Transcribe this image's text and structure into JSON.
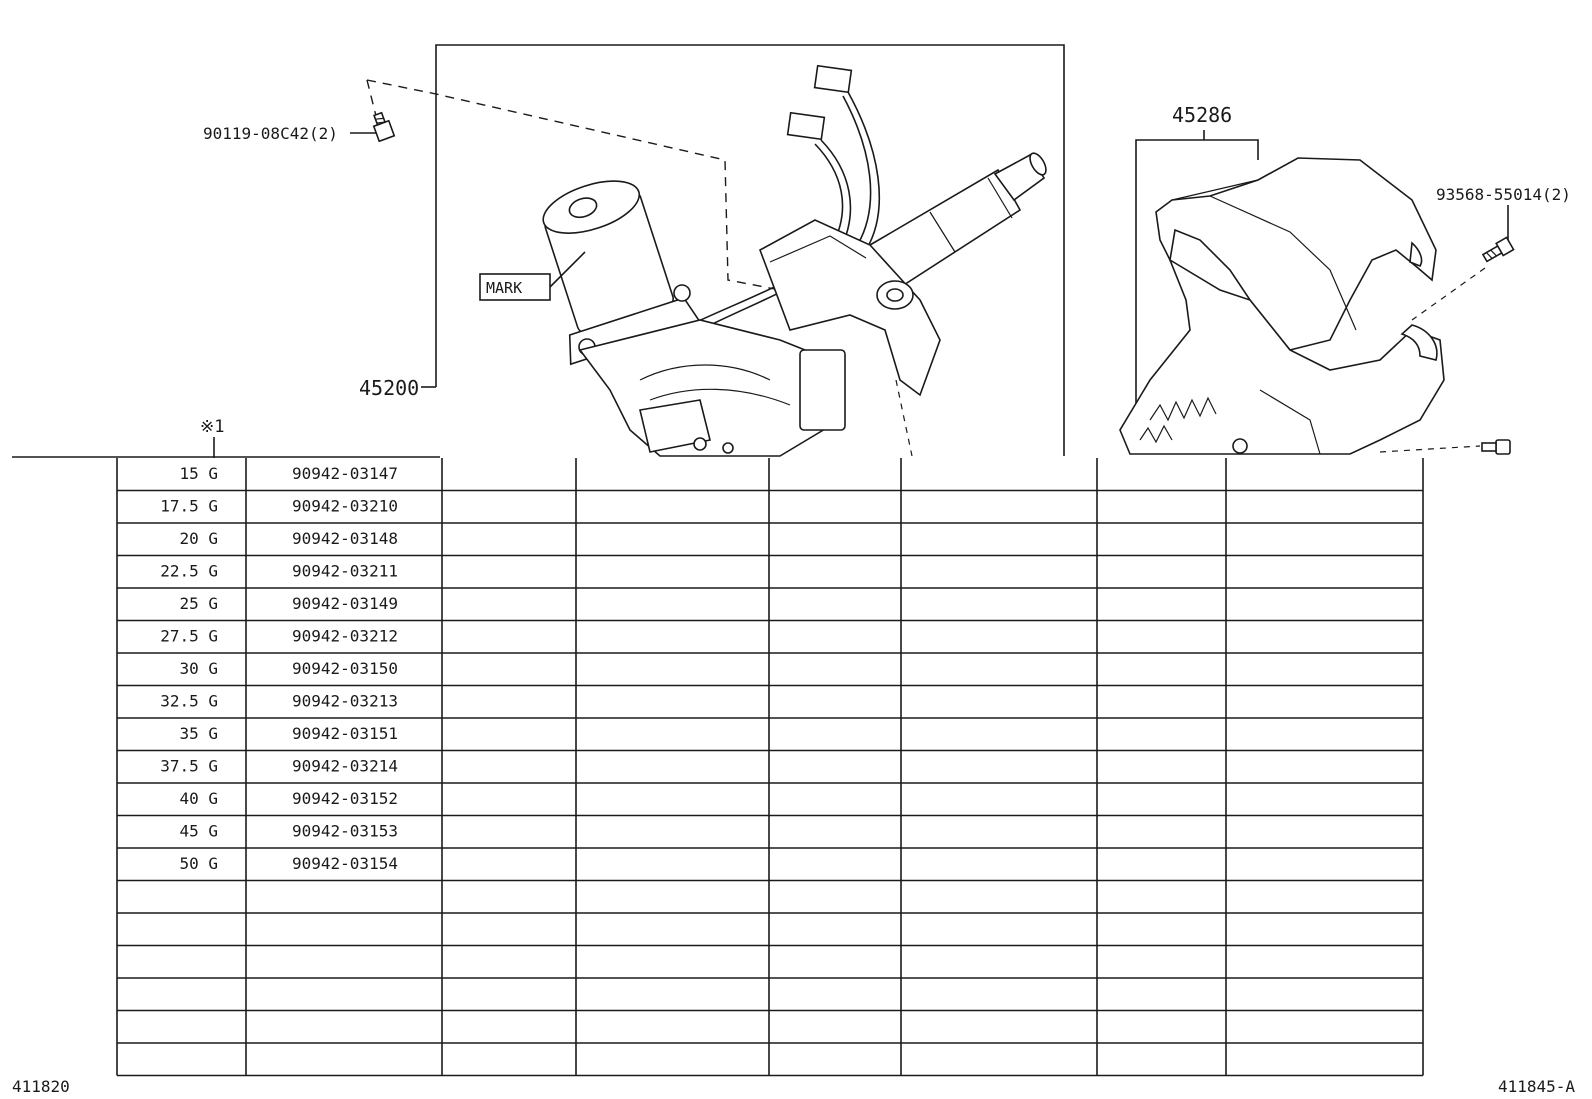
{
  "callouts": {
    "bolt_left": "90119-08C42(2)",
    "bolt_right": "93568-55014(2)",
    "column_assy": "45200",
    "cover": "45286",
    "mark": "MARK",
    "note_symbol": "※1"
  },
  "table": {
    "rows": [
      {
        "weight": "15 G",
        "part": "90942-03147"
      },
      {
        "weight": "17.5 G",
        "part": "90942-03210"
      },
      {
        "weight": "20 G",
        "part": "90942-03148"
      },
      {
        "weight": "22.5 G",
        "part": "90942-03211"
      },
      {
        "weight": "25 G",
        "part": "90942-03149"
      },
      {
        "weight": "27.5 G",
        "part": "90942-03212"
      },
      {
        "weight": "30 G",
        "part": "90942-03150"
      },
      {
        "weight": "32.5 G",
        "part": "90942-03213"
      },
      {
        "weight": "35 G",
        "part": "90942-03151"
      },
      {
        "weight": "37.5 G",
        "part": "90942-03214"
      },
      {
        "weight": "40 G",
        "part": "90942-03152"
      },
      {
        "weight": "45 G",
        "part": "90942-03153"
      },
      {
        "weight": "50 G",
        "part": "90942-03154"
      },
      {
        "weight": "",
        "part": ""
      },
      {
        "weight": "",
        "part": ""
      },
      {
        "weight": "",
        "part": ""
      },
      {
        "weight": "",
        "part": ""
      },
      {
        "weight": "",
        "part": ""
      },
      {
        "weight": "",
        "part": ""
      }
    ]
  },
  "footer": {
    "left_code": "411820",
    "right_code": "411845-A"
  }
}
